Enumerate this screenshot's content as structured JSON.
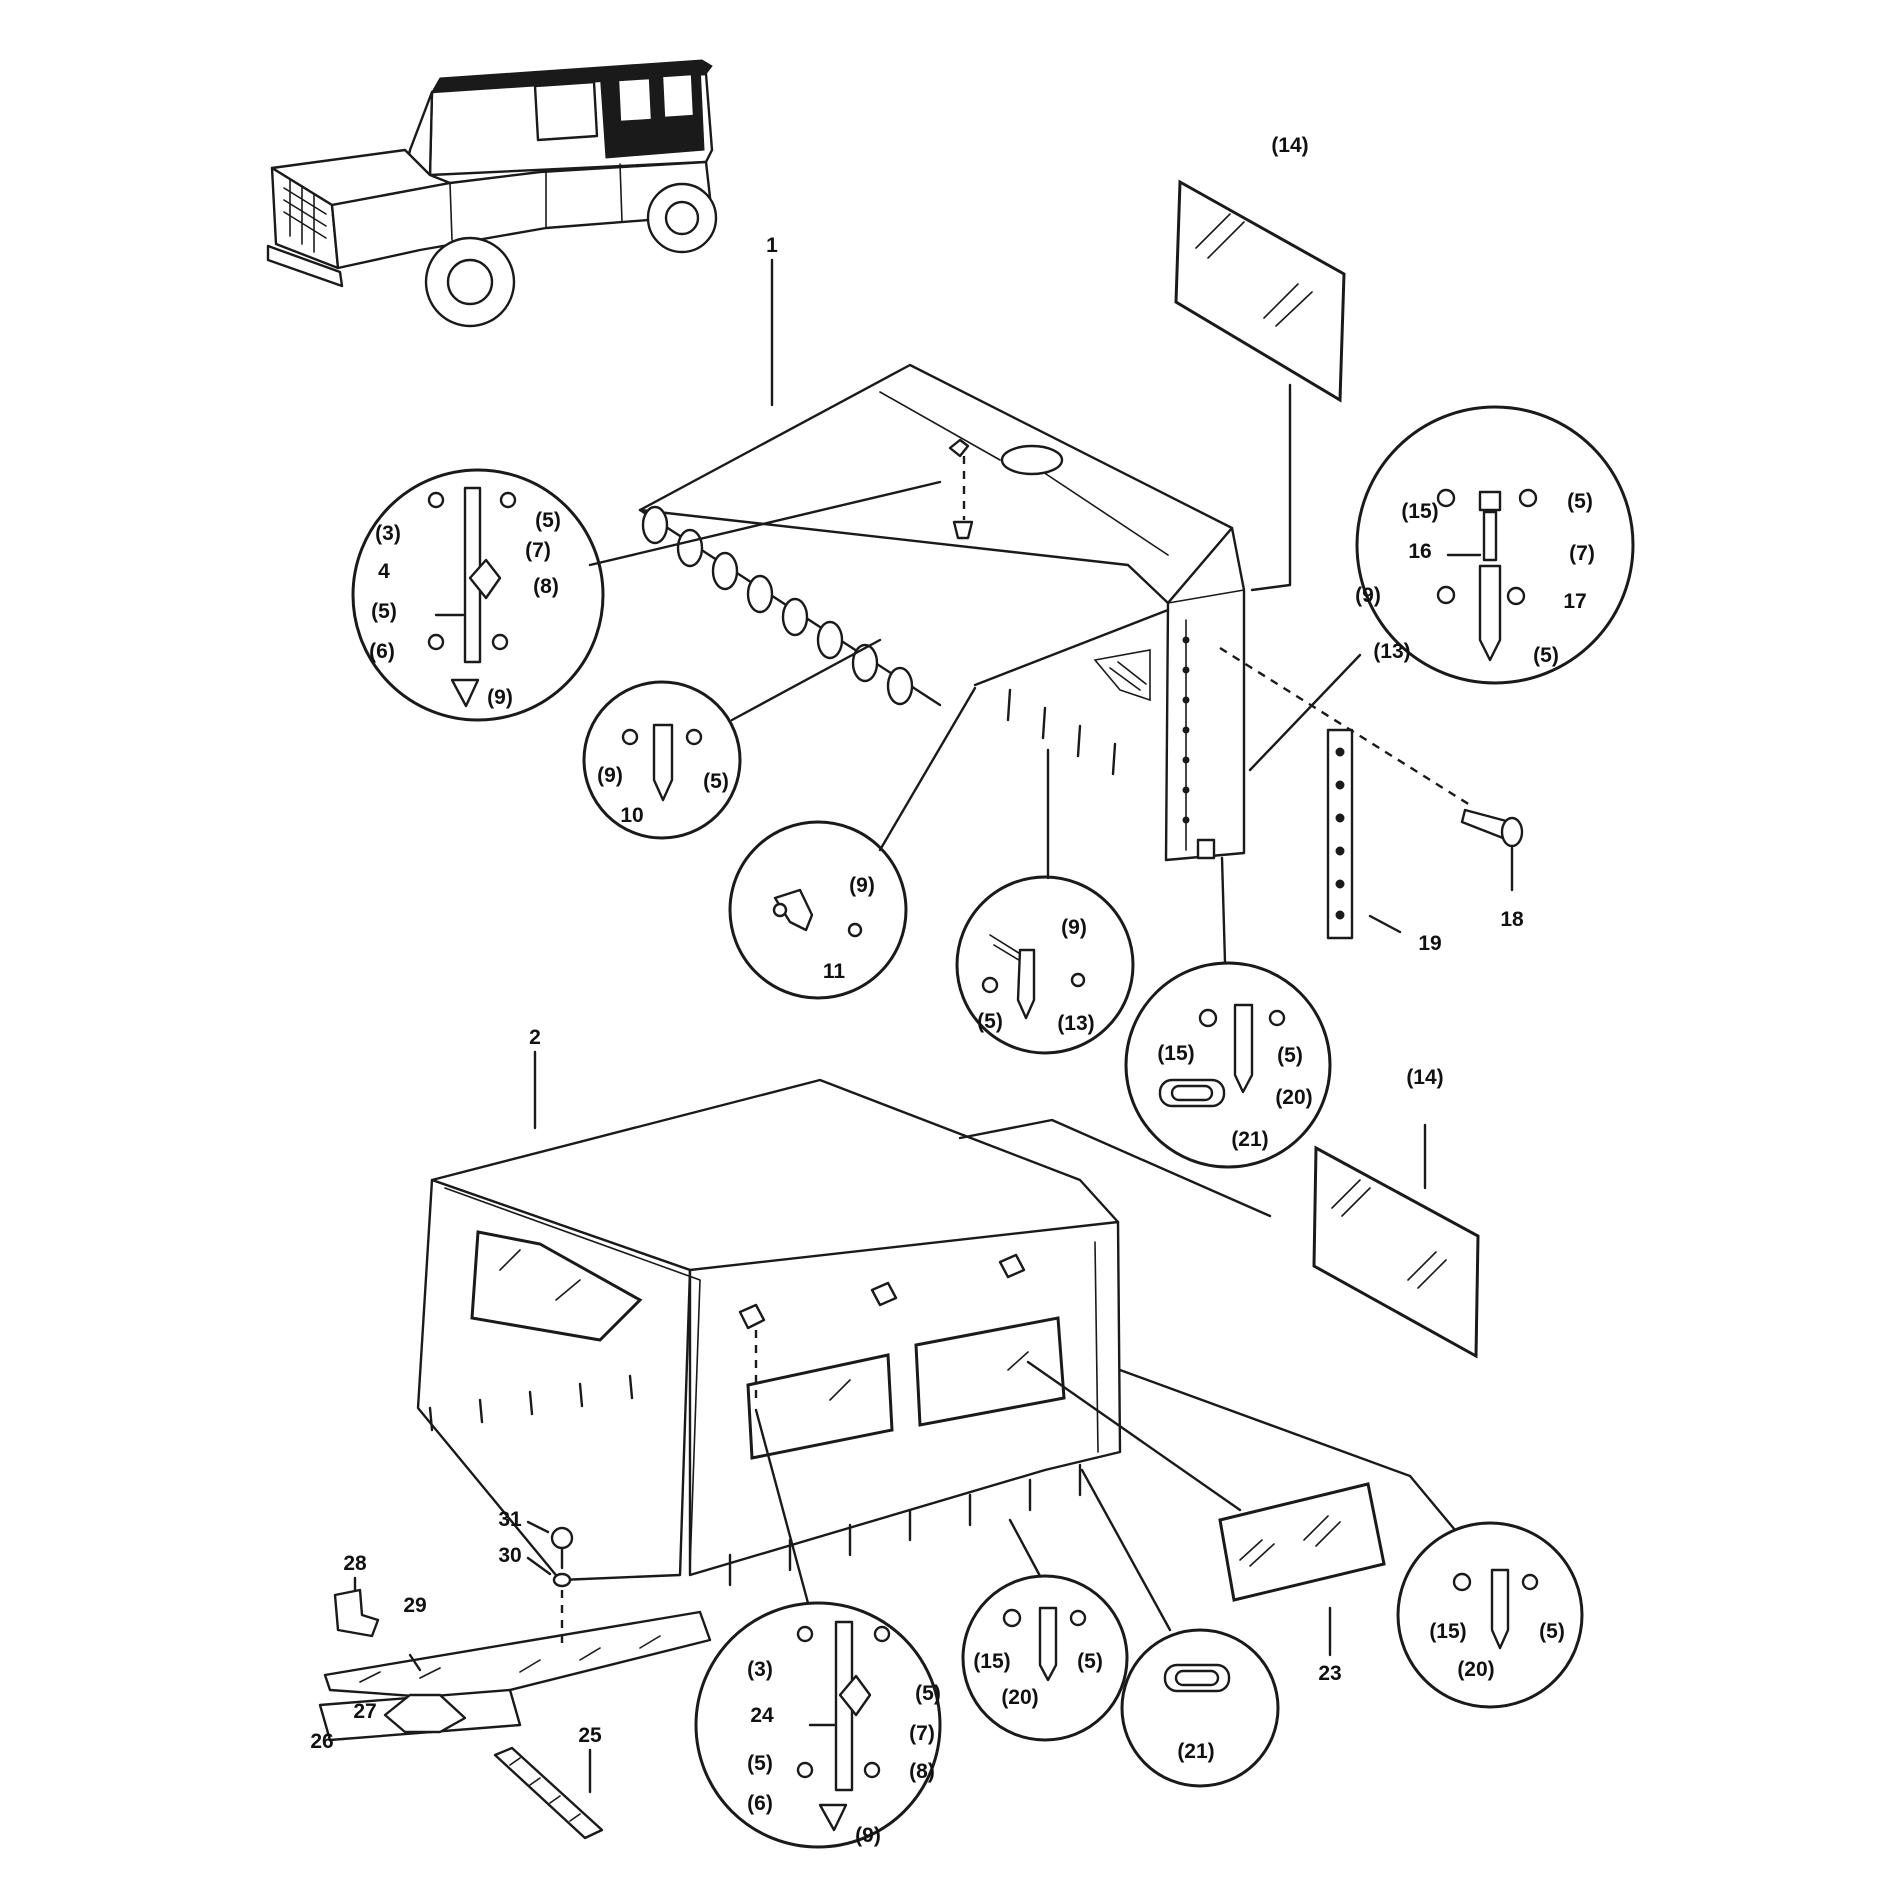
{
  "labels": {
    "n1": "1",
    "n2": "2",
    "n4": "4",
    "n10": "10",
    "n11": "11",
    "n16": "16",
    "n17": "17",
    "n18": "18",
    "n19": "19",
    "n23": "23",
    "n24": "24",
    "n25": "25",
    "n26": "26",
    "n27": "27",
    "n28": "28",
    "n29": "29",
    "n30": "30",
    "n31": "31",
    "p3": "(3)",
    "p5": "(5)",
    "p6": "(6)",
    "p7": "(7)",
    "p8": "(8)",
    "p9": "(9)",
    "p13": "(13)",
    "p14": "(14)",
    "p15": "(15)",
    "p20": "(20)",
    "p21": "(21)"
  },
  "colors": {
    "line": "#1a1a1a",
    "background": "#ffffff",
    "roof": "#1a1a1a"
  }
}
